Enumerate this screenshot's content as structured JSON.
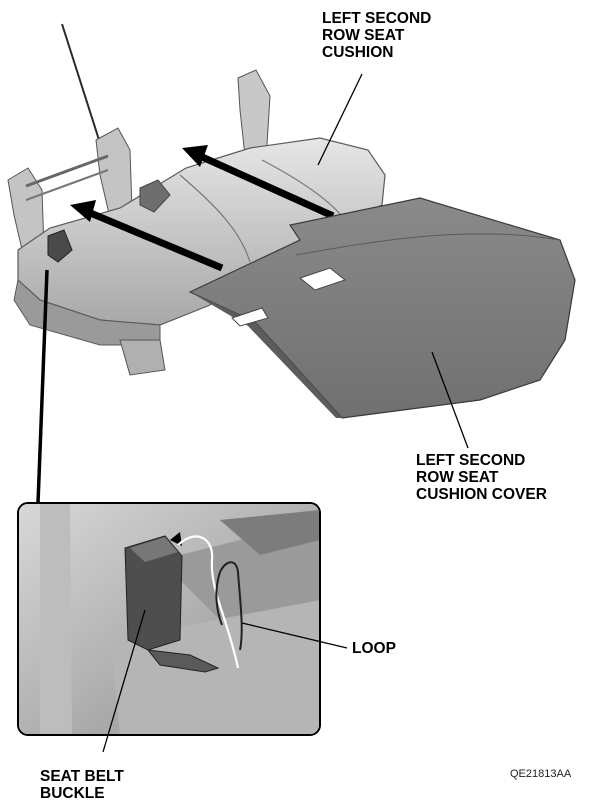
{
  "labels": {
    "cushion": [
      "LEFT SECOND",
      "ROW SEAT",
      "CUSHION"
    ],
    "cover": [
      "LEFT SECOND",
      "ROW SEAT",
      "CUSHION COVER"
    ],
    "loop": [
      "LOOP"
    ],
    "buckle": [
      "SEAT BELT",
      "BUCKLE"
    ]
  },
  "figure_code": "QE21813AA"
}
